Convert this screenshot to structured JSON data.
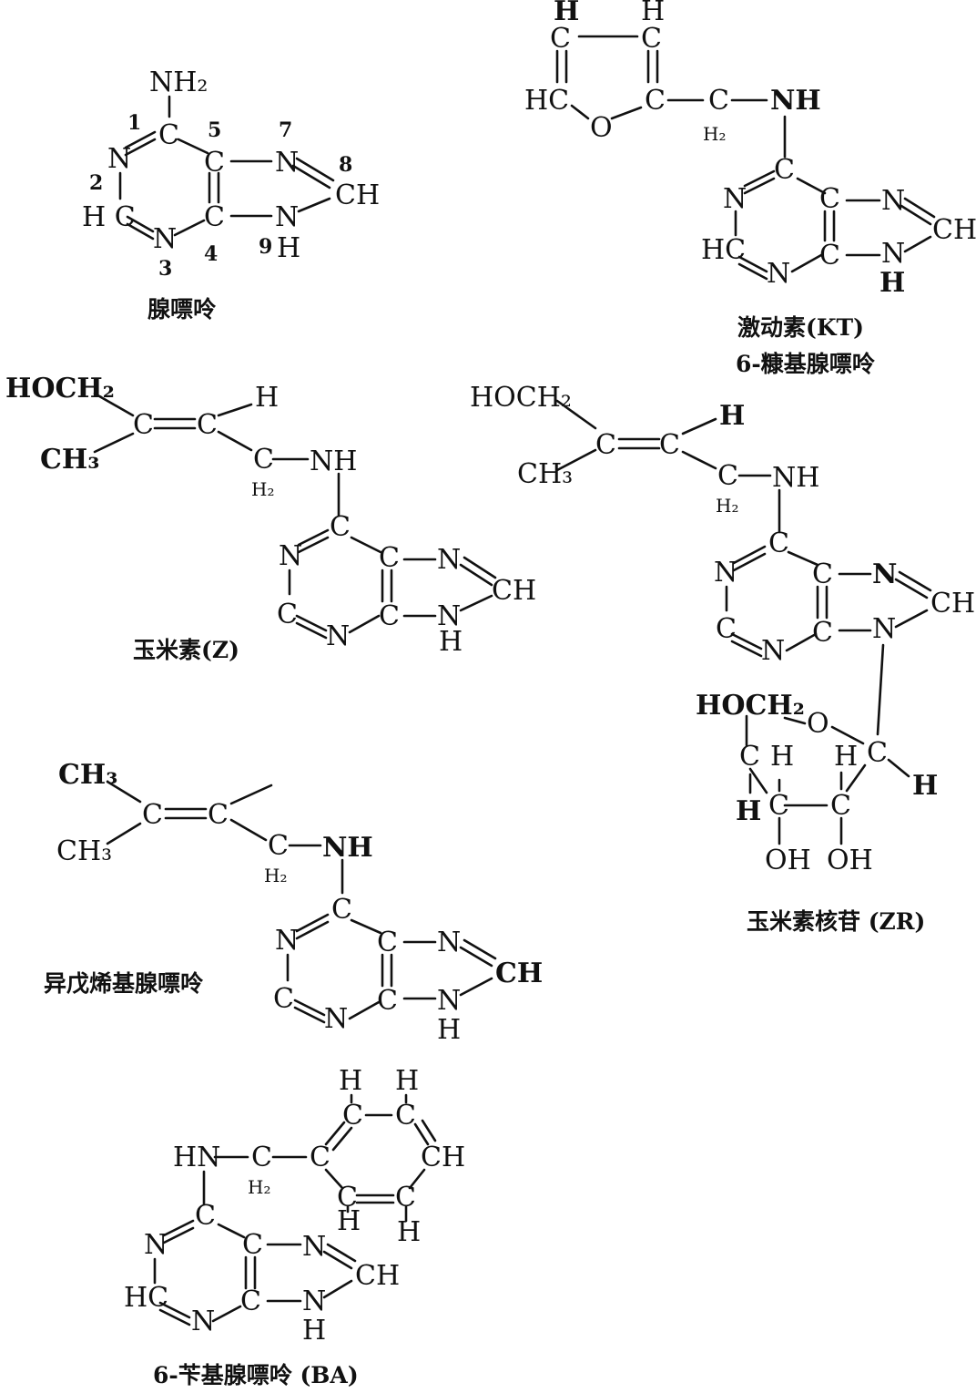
{
  "colors": {
    "ink": "#111111",
    "background": "#ffffff"
  },
  "structures": {
    "adenine": {
      "atoms": {
        "nh2": "NH₂",
        "n1": "N",
        "c2": "C",
        "c5": "C",
        "n7": "N",
        "c8": "CH",
        "c2h": "H C",
        "n3": "N",
        "c4": "C",
        "n9": "N",
        "n9h": "H"
      },
      "numbers": {
        "p1": "1",
        "p2": "2",
        "p3": "3",
        "p4": "4",
        "p5": "5",
        "p7": "7",
        "p8": "8",
        "p9": "9"
      },
      "caption": "腺嘌呤"
    },
    "kinetin": {
      "atoms": {
        "furan_c_top_left": "C",
        "furan_h_top_left": "H",
        "furan_c_top_right": "C",
        "furan_h_top_right": "H",
        "furan_hc": "HC",
        "furan_o": "O",
        "furan_c2": "C",
        "ch2_c": "C",
        "ch2_h": "H₂",
        "nh": "NH",
        "c6": "C",
        "n1": "N",
        "c5": "C",
        "n7": "N",
        "c8": "CH",
        "c2": "HC",
        "n3": "N",
        "c4": "C",
        "n9": "N",
        "n9h": "H"
      },
      "caption_line1": "激动素(KT)",
      "caption_line2": "6-糠基腺嘌呤"
    },
    "zeatin": {
      "atoms": {
        "hoch2": "HOCH₂",
        "ch3": "CH₃",
        "c_a": "C",
        "c_b": "C",
        "h": "H",
        "ch2_c": "C",
        "ch2_h": "H₂",
        "nh": "NH",
        "c6": "C",
        "n1": "N",
        "c5": "C",
        "n7": "N",
        "c8": "CH",
        "c2": "C",
        "n3": "N",
        "c4": "C",
        "n9": "N",
        "n9h": "H"
      },
      "caption": "玉米素(Z)"
    },
    "zeatin_riboside": {
      "atoms": {
        "hoch2": "HOCH₂",
        "ch3": "CH₃",
        "c_a": "C",
        "c_b": "C",
        "h": "H",
        "ch2_c": "C",
        "ch2_h": "H₂",
        "nh": "NH",
        "c6": "C",
        "n1": "N",
        "c5": "C",
        "n7": "N",
        "c8": "CH",
        "c2": "C",
        "n3": "N",
        "c4": "C",
        "n9": "N",
        "rib_hoch2": "HOCH₂",
        "rib_o": "O",
        "rib_c4": "C",
        "rib_c4h": "H",
        "rib_c3h_up": "H",
        "rib_c3": "C",
        "rib_c3h": "H",
        "rib_c2h_up": "H",
        "rib_c2": "C",
        "rib_c1": "C",
        "rib_c1h": "H",
        "oh_left": "OH",
        "oh_right": "OH"
      },
      "caption": "玉米素核苷 (ZR)"
    },
    "isopentenyl_adenine": {
      "atoms": {
        "ch3_top": "CH₃",
        "ch3_bottom": "CH₃",
        "c_a": "C",
        "c_b": "C",
        "ch2_c": "C",
        "ch2_h": "H₂",
        "nh": "NH",
        "c6": "C",
        "n1": "N",
        "c5": "C",
        "n7": "N",
        "c8": "CH",
        "c2": "C",
        "n3": "N",
        "c4": "C",
        "n9": "N",
        "n9h": "H"
      },
      "caption": "异戊烯基腺嘌呤"
    },
    "benzyl_adenine": {
      "atoms": {
        "h_tl": "H",
        "h_tr": "H",
        "c_tl": "C",
        "c_tr": "C",
        "hn": "HN",
        "ch2_c": "C",
        "ch2_h": "H₂",
        "c_ipso": "C",
        "c_para": "CH",
        "c_bl": "C",
        "c_br": "C",
        "h_bl": "H",
        "h_br": "H",
        "c6": "C",
        "n1": "N",
        "c5": "C",
        "n7": "N",
        "c8": "CH",
        "c2": "HC",
        "n3": "N",
        "c4": "C",
        "n9": "N",
        "n9h": "H"
      },
      "caption": "6-苄基腺嘌呤 (BA)"
    }
  }
}
